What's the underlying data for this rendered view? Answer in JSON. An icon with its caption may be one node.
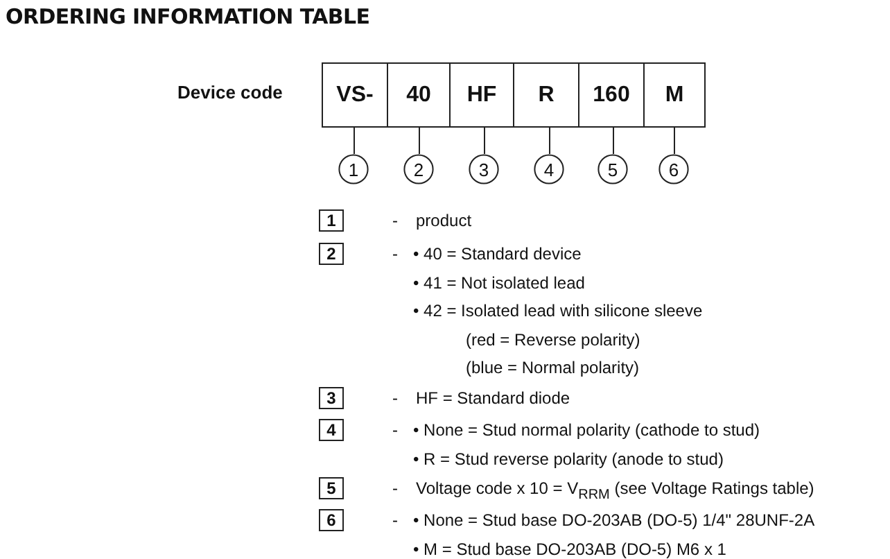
{
  "diagram": {
    "title": "ORDERING INFORMATION TABLE",
    "nodes": [
      {
        "text": [
          "VS-"
        ]
      },
      {
        "text": [
          "40"
        ]
      },
      {
        "text": [
          "HF"
        ]
      },
      {
        "text": [
          "R"
        ]
      },
      {
        "text": [
          "160"
        ]
      },
      {
        "text": [
          "M"
        ]
      },
      {
        "text": [
          "1"
        ]
      },
      {
        "text": [
          "2"
        ]
      },
      {
        "text": [
          "3"
        ]
      },
      {
        "text": [
          "4"
        ]
      },
      {
        "text": [
          "5"
        ]
      },
      {
        "text": [
          "6"
        ]
      },
      {
        "text": [
          "1"
        ],
        "beside": [
          "-",
          "product"
        ]
      },
      {
        "text": [
          "2"
        ],
        "beside": [
          "-",
          "• 40 = Standard device",
          "• 41 = Not isolated lead",
          "• 42 = Isolated lead with silicone sleeve",
          "(red = Reverse polarity)",
          "(blue = Normal polarity)"
        ]
      },
      {
        "text": [
          "3"
        ],
        "beside": [
          "-",
          "HF = Standard diode"
        ]
      },
      {
        "text": [
          "4"
        ],
        "beside": [
          "-",
          "• None = Stud normal polarity (cathode to stud)",
          "• R = Stud reverse polarity (anode to stud)"
        ]
      },
      {
        "text": [
          "5"
        ],
        "beside": [
          "-",
          "Voltage code x 10 = V$_{RRM}$ (see Voltage Ratings table)"
        ]
      },
      {
        "text": [
          "6"
        ],
        "beside": [
          "-",
          "• None = Stud base DO-203AB (DO-5) 1/4\" 28UNF-2A",
          "• M = Stud base DO-203AB (DO-5) M6 x 1"
        ]
      }
    ],
    "edges": [
      {
        "from": 0,
        "to": 6,
        "arrow": "none"
      },
      {
        "from": 1,
        "to": 7,
        "arrow": "none"
      },
      {
        "from": 2,
        "to": 8,
        "arrow": "none"
      },
      {
        "from": 3,
        "to": 9,
        "arrow": "none"
      },
      {
        "from": 4,
        "to": 10,
        "arrow": "none"
      },
      {
        "from": 5,
        "to": 11,
        "arrow": "none"
      }
    ],
    "labels": [
      "Device code"
    ]
  }
}
